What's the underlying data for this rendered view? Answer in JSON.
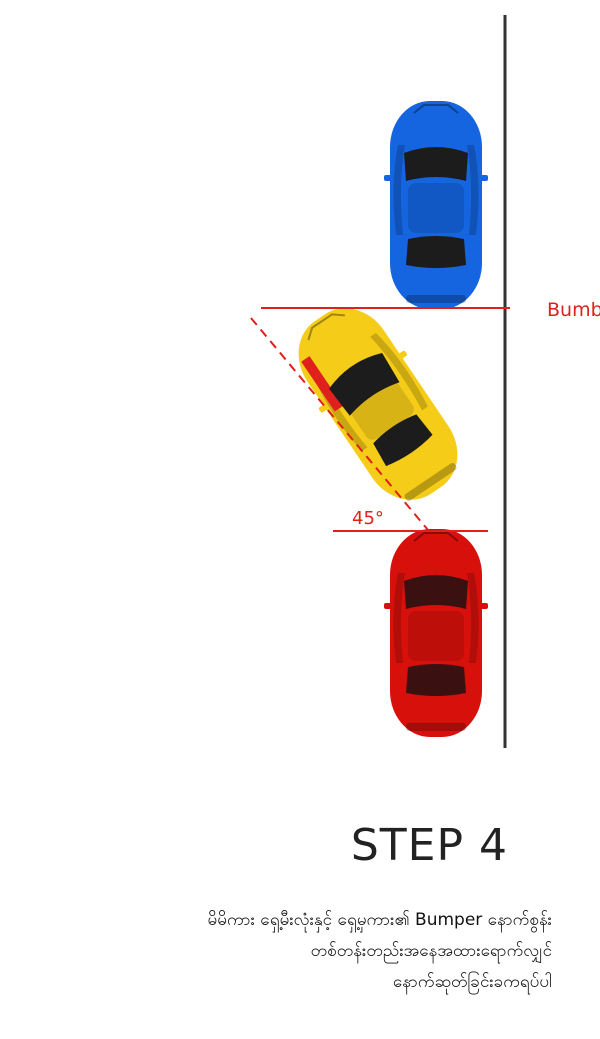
{
  "diagram": {
    "bumper_label": "Bumb",
    "angle_label": "45°",
    "colors": {
      "curb": "#333333",
      "guide_line": "#e0201c",
      "blue_car": "#1565e0",
      "yellow_car": "#f5cc18",
      "red_car": "#d8100c",
      "glass": "#1c1c1c"
    }
  },
  "step": {
    "title": "STEP 4",
    "caption_lines": [
      "မိမိကား ရှေ့မီးလုံးနှင့် ရှေ့မှကား၏ Bumper နောက်စွန်း",
      "တစ်တန်းတည်းအနေအထားရောက်လျှင်",
      "နောက်ဆုတ်ခြင်းခကရပ်ပါ"
    ]
  }
}
